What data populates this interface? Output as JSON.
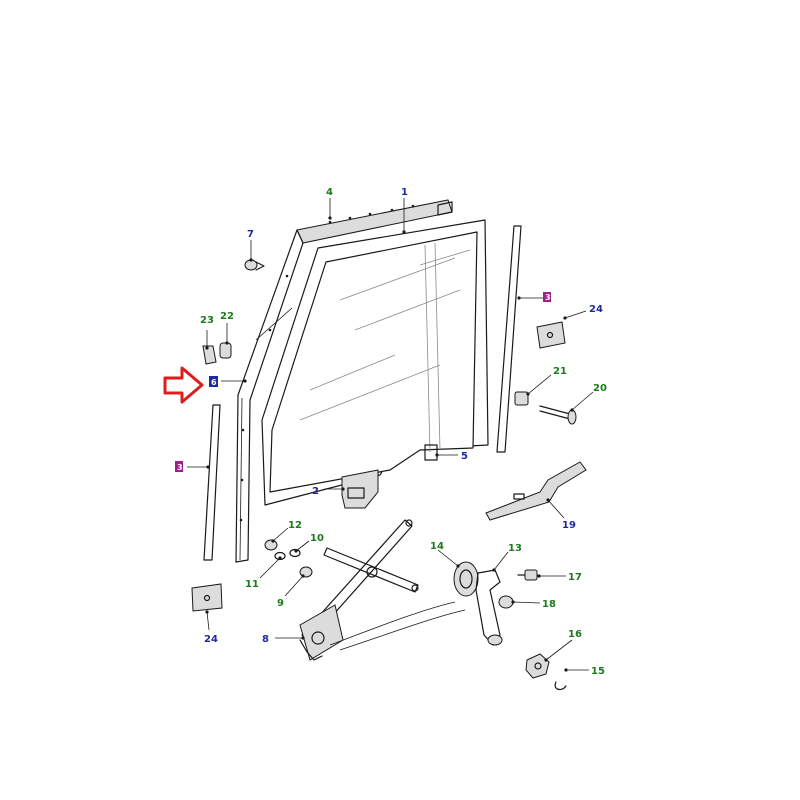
{
  "callouts": [
    {
      "id": "c1",
      "label": "1",
      "color": "blue"
    },
    {
      "id": "c2",
      "label": "2",
      "color": "blue"
    },
    {
      "id": "c4",
      "label": "4",
      "color": "green"
    },
    {
      "id": "c5",
      "label": "5",
      "color": "blue"
    },
    {
      "id": "c7",
      "label": "7",
      "color": "blue"
    },
    {
      "id": "c8",
      "label": "8",
      "color": "blue"
    },
    {
      "id": "c9",
      "label": "9",
      "color": "green"
    },
    {
      "id": "c10",
      "label": "10",
      "color": "green"
    },
    {
      "id": "c11",
      "label": "11",
      "color": "green"
    },
    {
      "id": "c12",
      "label": "12",
      "color": "green"
    },
    {
      "id": "c13",
      "label": "13",
      "color": "green"
    },
    {
      "id": "c14",
      "label": "14",
      "color": "green"
    },
    {
      "id": "c15",
      "label": "15",
      "color": "green"
    },
    {
      "id": "c16",
      "label": "16",
      "color": "green"
    },
    {
      "id": "c17",
      "label": "17",
      "color": "green"
    },
    {
      "id": "c18",
      "label": "18",
      "color": "green"
    },
    {
      "id": "c19",
      "label": "19",
      "color": "blue"
    },
    {
      "id": "c20",
      "label": "20",
      "color": "green"
    },
    {
      "id": "c21",
      "label": "21",
      "color": "green"
    },
    {
      "id": "c22",
      "label": "22",
      "color": "green"
    },
    {
      "id": "c23",
      "label": "23",
      "color": "green"
    },
    {
      "id": "c24a",
      "label": "24",
      "color": "blue"
    },
    {
      "id": "c24b",
      "label": "24",
      "color": "blue"
    }
  ],
  "boxed_callouts": [
    {
      "id": "b6",
      "label": "6",
      "color": "#1f2aa0"
    },
    {
      "id": "b3a",
      "label": "3",
      "color": "#a01f8a"
    },
    {
      "id": "b3b",
      "label": "3",
      "color": "#a01f8a"
    }
  ],
  "colors": {
    "callout_blue": "#1f2aa0",
    "callout_green": "#1d7a1d",
    "callout_magenta": "#a01f8a",
    "arrow_red": "#e01b1b",
    "line": "#1a1a1a"
  },
  "icons": {
    "pointer": "red-outline-arrow-right"
  }
}
